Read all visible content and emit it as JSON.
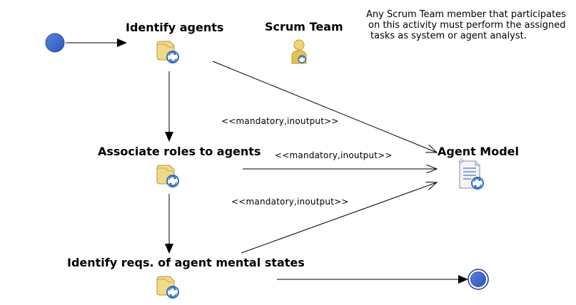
{
  "diagram": {
    "role": {
      "name": "Scrum Team"
    },
    "note": {
      "lines": [
        "Any Scrum Team member that participates",
        "on this activity must perform the assigned",
        "tasks as system or agent analyst."
      ]
    },
    "activities": [
      {
        "name": "Identify agents"
      },
      {
        "name": "Associate roles to agents"
      },
      {
        "name": "Identify reqs. of agent mental states"
      }
    ],
    "work_product": {
      "name": "Agent Model"
    },
    "flows": [
      {
        "label": "<<mandatory,inoutput>>"
      },
      {
        "label": "<<mandatory,inoutput>>"
      },
      {
        "label": "<<mandatory,inoutput>>"
      }
    ],
    "icons": {
      "start": "initial-node-icon",
      "end": "final-node-icon",
      "activity": "task-icon",
      "role": "role-icon",
      "work_product": "document-icon"
    },
    "colors": {
      "node_fill": "#3a63c9",
      "node_stroke": "#1c3a8a",
      "task_body": "#f1d98a",
      "task_accent": "#2f6fb8",
      "role_body": "#e8c24a"
    }
  }
}
